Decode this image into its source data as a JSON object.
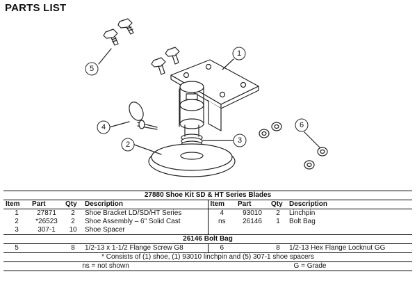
{
  "title": "PARTS LIST",
  "callouts": [
    "1",
    "2",
    "3",
    "4",
    "5",
    "6"
  ],
  "kit": {
    "title": "27880  Shoe Kit SD & HT Series Blades",
    "headers": [
      "Item",
      "Part",
      "Qty",
      "Description",
      "Item",
      "Part",
      "Qty",
      "Description"
    ],
    "rows": [
      {
        "item": "1",
        "part": "27871",
        "qty": "2",
        "desc": "Shoe Bracket LD/SD/HT Series",
        "item2": "4",
        "part2": "93010",
        "qty2": "2",
        "desc2": "Linchpin"
      },
      {
        "item": "2",
        "part": "*26523",
        "qty": "2",
        "desc": "Shoe Assembly – 6\" Solid Cast",
        "item2": "ns",
        "part2": "26146",
        "qty2": "1",
        "desc2": "Bolt Bag"
      },
      {
        "item": "3",
        "part": "307-1",
        "qty": "10",
        "desc": "Shoe Spacer",
        "item2": "",
        "part2": "",
        "qty2": "",
        "desc2": ""
      }
    ]
  },
  "bolt_bag": {
    "title": "26146  Bolt Bag",
    "row": {
      "item": "5",
      "qty": "8",
      "desc": "1/2-13 x 1-1/2 Flange Screw G8",
      "item2": "6",
      "qty2": "8",
      "desc2": "1/2-13 Hex Flange Locknut GG"
    }
  },
  "footnote": "* Consists of (1) shoe, (1) 93010 linchpin and (5) 307-1 shoe spacers",
  "legend": {
    "ns": "ns = not shown",
    "g": "G = Grade"
  }
}
